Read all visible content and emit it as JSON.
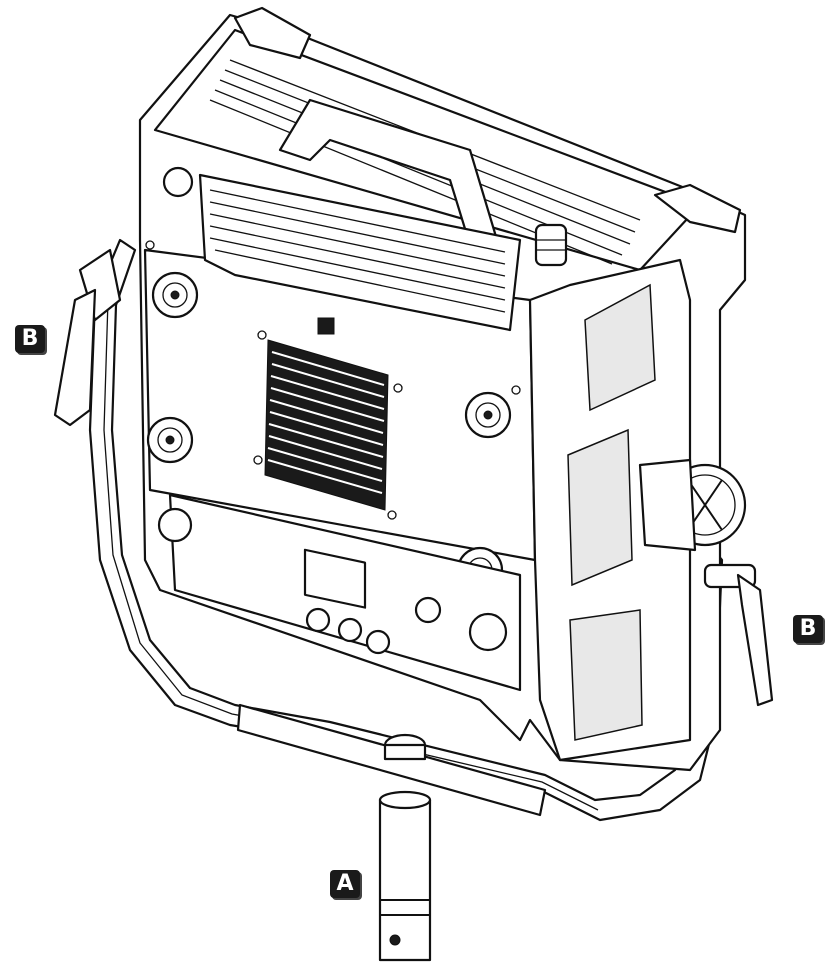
{
  "callouts": {
    "b_left": "B",
    "b_right": "B",
    "a": "A"
  },
  "colors": {
    "line": "#111111",
    "label_bg": "#1a1a1a",
    "label_text": "#ffffff"
  }
}
